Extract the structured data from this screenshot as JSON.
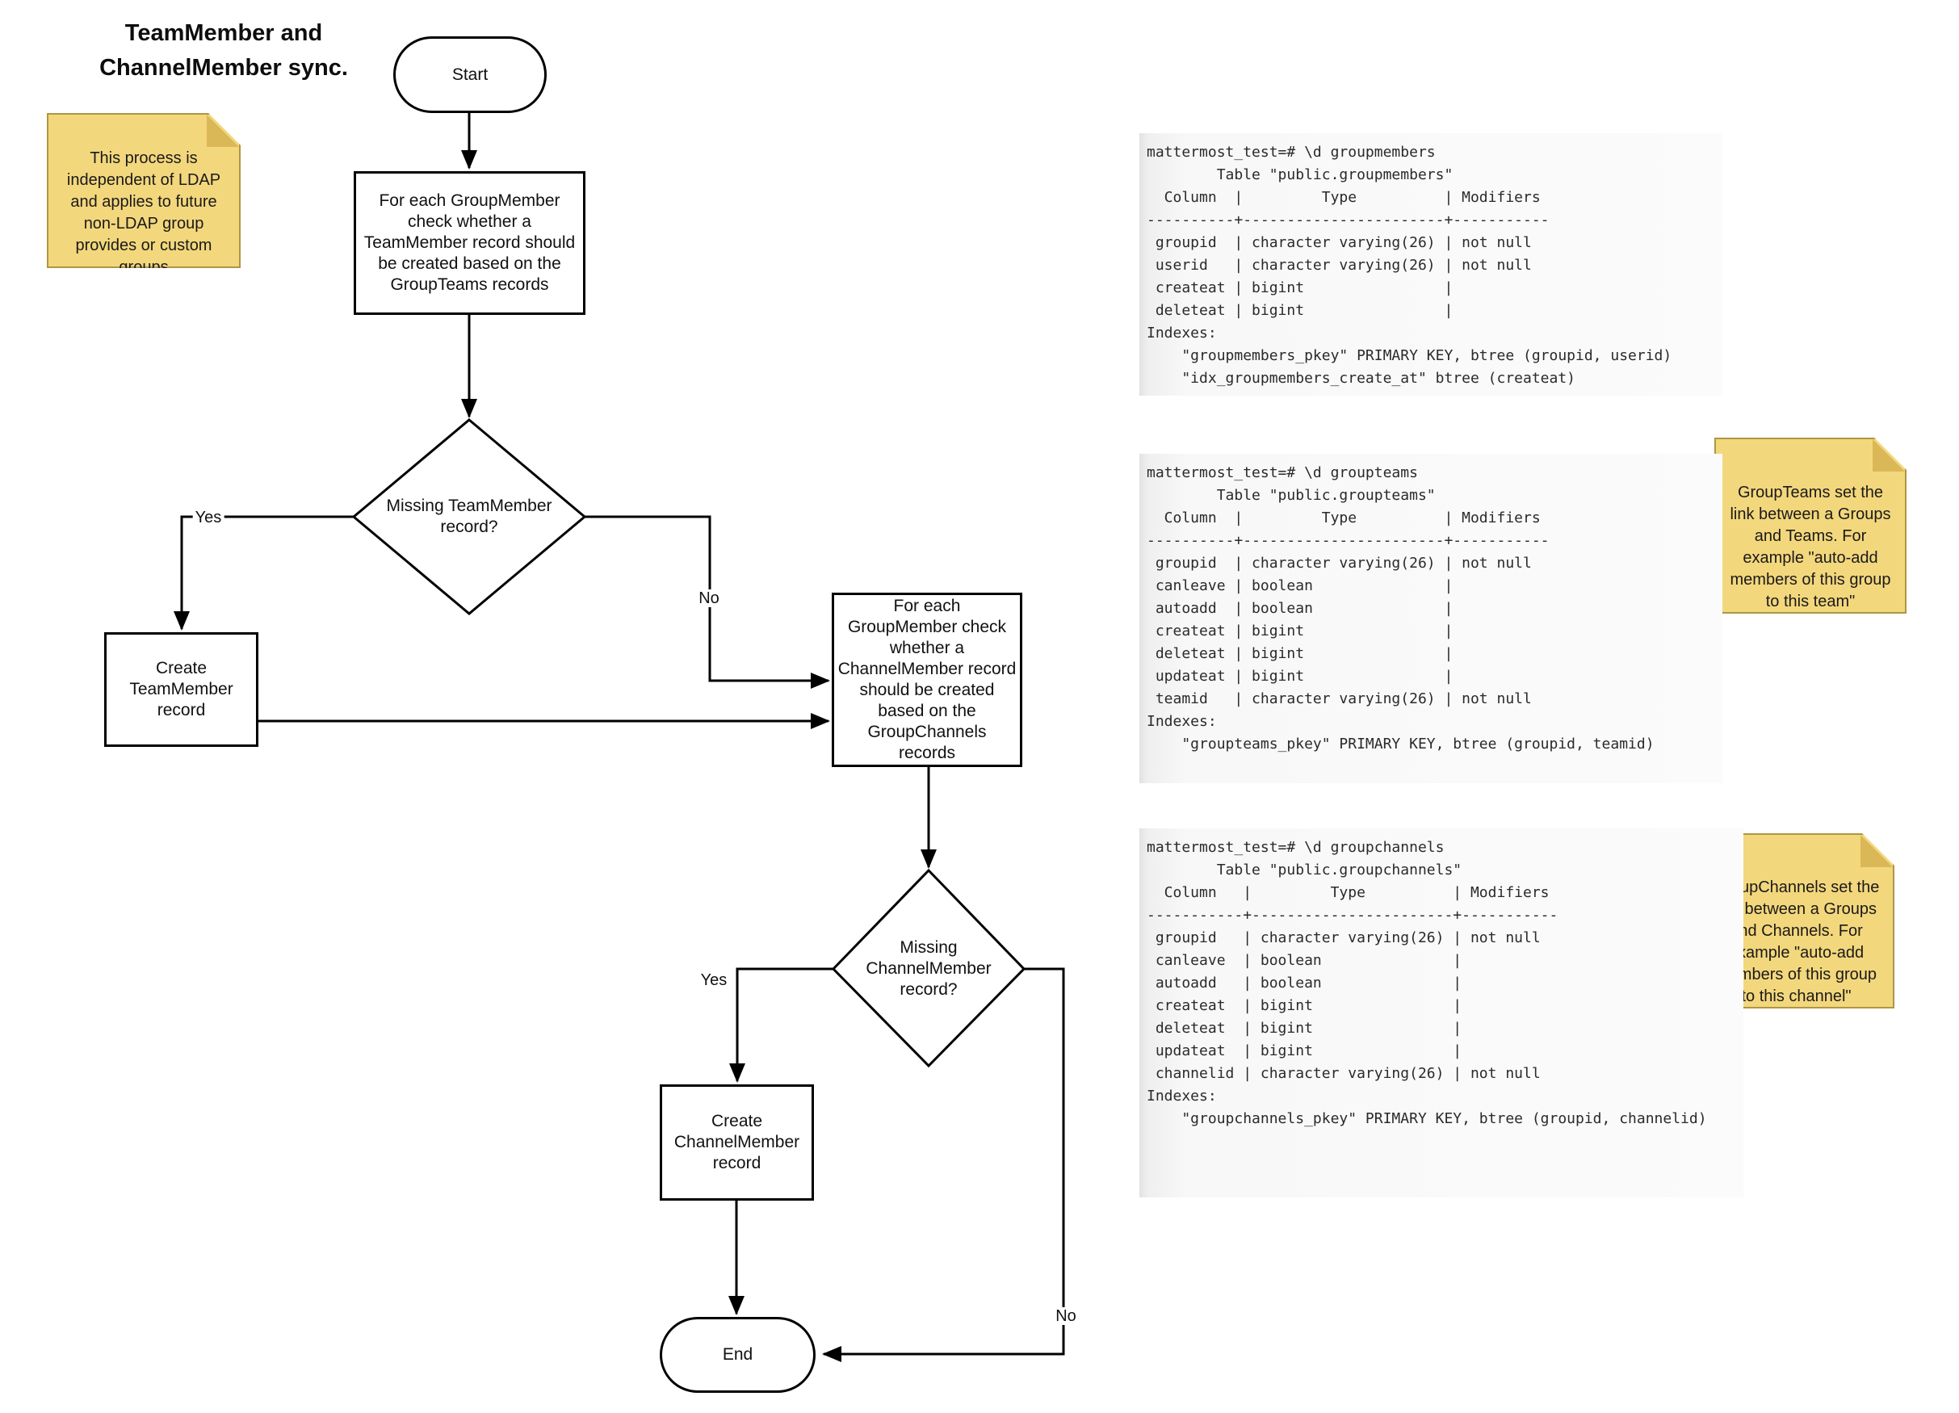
{
  "diagram": {
    "title": "TeamMember and\nChannelMember sync.",
    "nodes": {
      "start": "Start",
      "check_teammember": "For each GroupMember\ncheck whether a\nTeamMember record should\nbe created based on the\nGroupTeams records",
      "missing_teammember": "Missing TeamMember\nrecord?",
      "create_teammember": "Create\nTeamMember\nrecord",
      "check_channelmember": "For each\nGroupMember check\nwhether a\nChannelMember record\nshould be created\nbased on the\nGroupChannels\nrecords",
      "missing_channelmember": "Missing\nChannelMember\nrecord?",
      "create_channelmember": "Create\nChannelMember\nrecord",
      "end": "End"
    },
    "edge_labels": {
      "yes1": "Yes",
      "no1": "No",
      "yes2": "Yes",
      "no2": "No"
    },
    "sticky_notes": [
      {
        "id": "ldap",
        "text": "This process is\nindependent of LDAP\nand applies to future\nnon-LDAP group\nprovides or custom\ngroups"
      },
      {
        "id": "groupteams",
        "text": "GroupTeams set the\nlink between a Groups\nand Teams. For\nexample \"auto-add\nmembers of this group\nto this team\""
      },
      {
        "id": "groupchannels",
        "text": "GroupChannels set the\nlink between a Groups\nand Channels. For\nexample \"auto-add\nmembers of this group\nto this channel\""
      }
    ],
    "note_colors": {
      "fill": "#f3d77c",
      "fold": "#dbb857",
      "border": "#ae9644"
    }
  },
  "terminal_outputs": [
    {
      "id": "groupmembers",
      "text": "mattermost_test=# \\d groupmembers\n        Table \"public.groupmembers\"\n  Column  |         Type          | Modifiers\n----------+-----------------------+-----------\n groupid  | character varying(26) | not null\n userid   | character varying(26) | not null\n createat | bigint                |\n deleteat | bigint                |\nIndexes:\n    \"groupmembers_pkey\" PRIMARY KEY, btree (groupid, userid)\n    \"idx_groupmembers_create_at\" btree (createat)"
    },
    {
      "id": "groupteams",
      "text": "mattermost_test=# \\d groupteams\n        Table \"public.groupteams\"\n  Column  |         Type          | Modifiers\n----------+-----------------------+-----------\n groupid  | character varying(26) | not null\n canleave | boolean               |\n autoadd  | boolean               |\n createat | bigint                |\n deleteat | bigint                |\n updateat | bigint                |\n teamid   | character varying(26) | not null\nIndexes:\n    \"groupteams_pkey\" PRIMARY KEY, btree (groupid, teamid)"
    },
    {
      "id": "groupchannels",
      "text": "mattermost_test=# \\d groupchannels\n        Table \"public.groupchannels\"\n  Column   |         Type          | Modifiers\n-----------+-----------------------+-----------\n groupid   | character varying(26) | not null\n canleave  | boolean               |\n autoadd   | boolean               |\n createat  | bigint                |\n deleteat  | bigint                |\n updateat  | bigint                |\n channelid | character varying(26) | not null\nIndexes:\n    \"groupchannels_pkey\" PRIMARY KEY, btree (groupid, channelid)"
    }
  ]
}
